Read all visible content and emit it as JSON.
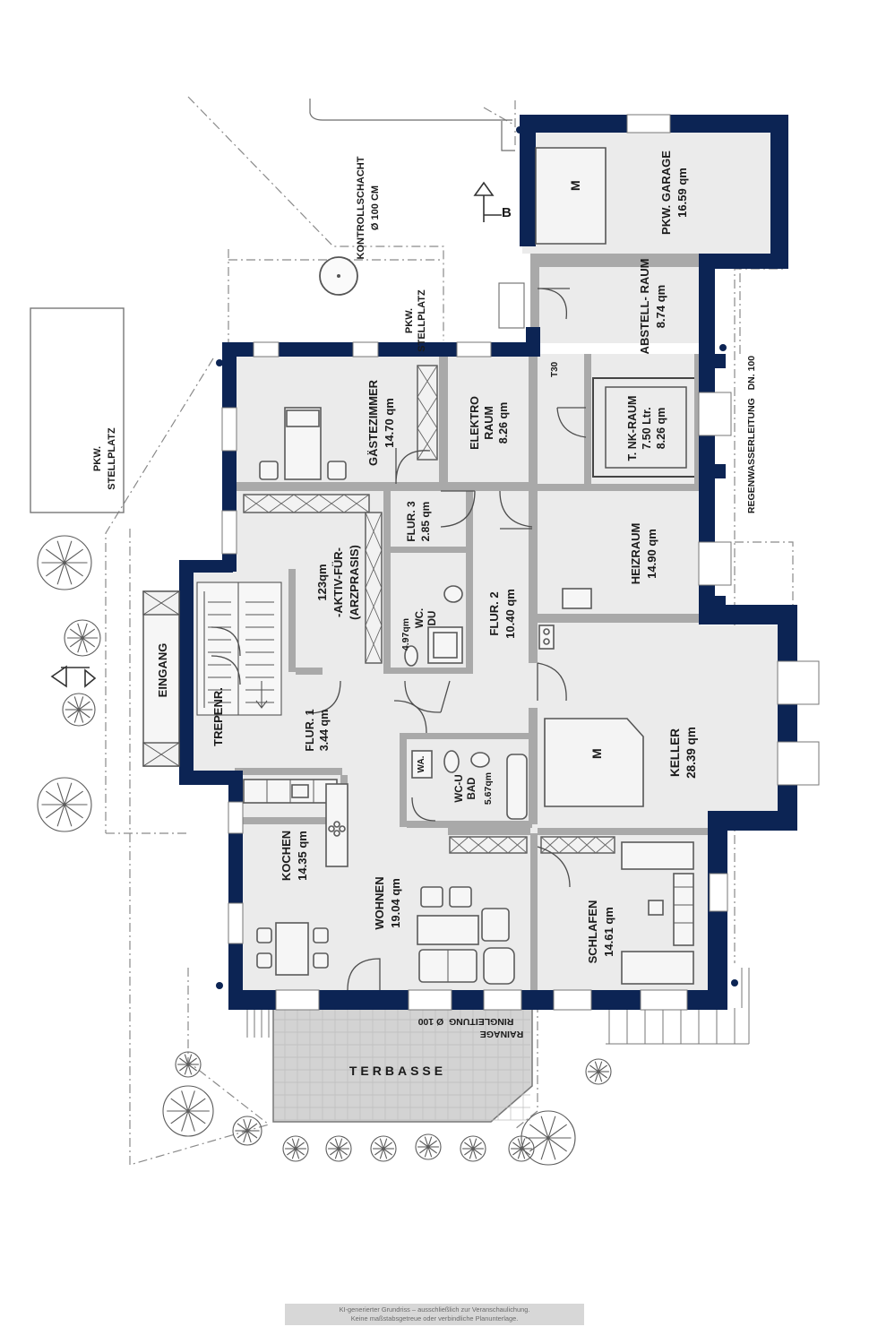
{
  "rooms": {
    "garage": {
      "name": "PKW. GARAGE",
      "area": "16.59 qm"
    },
    "abstellraum": {
      "name": "ABSTELL- RAUM",
      "area": "8.74 qm"
    },
    "nk_raum": {
      "name": "T. NK-RAUM",
      "volume": "7.50 Ltr.",
      "area": "8.26 qm"
    },
    "heizraum": {
      "name": "HEIZRAUM",
      "area": "14.90 qm"
    },
    "elektro": {
      "name": "ELEKTRO RAUM",
      "area": "8.26 qm"
    },
    "gaestezimmer": {
      "name": "GÄSTEZIMMER",
      "area": "14.70 qm"
    },
    "flur3": {
      "name": "FLUR. 3",
      "area": "2.85 qm"
    },
    "flur2": {
      "name": "FLUR. 2",
      "area": "10.40 qm"
    },
    "flur1": {
      "name": "FLUR. 1",
      "area": "3.44 qm"
    },
    "praxis": {
      "area": "123qm",
      "name_line1": "-AKTIV-FÜR-",
      "name_line2": "(ARZPRASIS)"
    },
    "wc_du": {
      "name_line1": "WC.",
      "name_line2": "DU",
      "area": "4.97qm"
    },
    "keller": {
      "name": "KELLER",
      "area": "28.39 qm"
    },
    "wc_bad": {
      "name_line1": "WC-U",
      "name_line2": "BAD",
      "area": "5.67qm"
    },
    "wa": {
      "name": "WA."
    },
    "kochen": {
      "name": "KOCHEN",
      "area": "14.35 qm"
    },
    "wohnen": {
      "name": "WOHNEN",
      "area": "19.04 qm"
    },
    "schlafen": {
      "name": "SCHLAFEN",
      "area": "14.61 qm"
    },
    "treppenhaus": {
      "name": "TREPENR."
    },
    "eingang": {
      "name": "EINGANG"
    },
    "terrasse": {
      "name": "TERBASSE"
    }
  },
  "annotations": {
    "kontrollschacht": "KONTROLLSCHACHT",
    "kontrollschacht_size": "Ø 100 CM",
    "stellplatz_top": "PKW. STELLPLATZ",
    "stellplatz_left": "PKW. STELLPLATZ",
    "regenwasser": "REGENWASSERLEITUNG   DN. 100",
    "drainage_line1": "RAINAGE",
    "drainage_line2": "RINGLEITUNG  Ø 100",
    "fire_door": "T30",
    "section_label": "B",
    "garage_mark": "M",
    "keller_mark": "M"
  },
  "disclaimer": {
    "line1": "KI-generierter Grundriss – ausschließlich zur Veranschaulichung.",
    "line2": "Keine maßstabsgetreue oder verbindliche Planunterlage."
  },
  "colors": {
    "wall": "#0c2454",
    "room_fill": "#ebebeb",
    "inner_wall": "#a9a9a9"
  }
}
